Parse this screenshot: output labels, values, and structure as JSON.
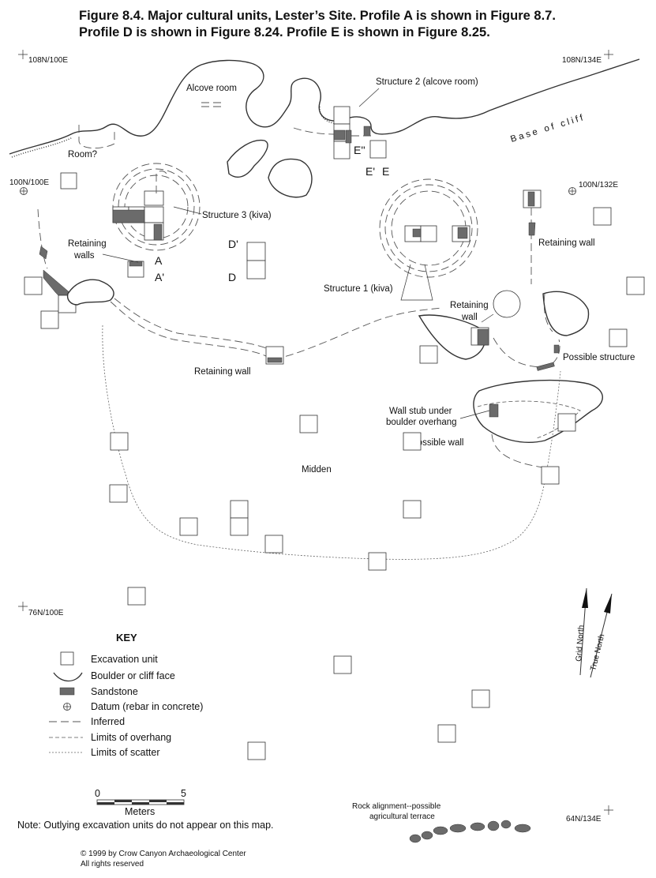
{
  "title": {
    "line1": "Figure 8.4.  Major cultural units, Lester’s Site.  Profile A is shown in Figure 8.7.",
    "line2": "Profile D is shown in Figure 8.24.  Profile E is shown in Figure 8.25."
  },
  "grid_points": {
    "nw": "108N/100E",
    "ne": "108N/134E",
    "w_datum": "100N/100E",
    "e_datum": "100N/132E",
    "sw": "76N/100E",
    "se": "64N/134E"
  },
  "labels": {
    "alcove_room": "Alcove room",
    "structure2": "Structure 2 (alcove room)",
    "base_of_cliff": "Base of cliff",
    "room": "Room?",
    "structure3": "Structure 3 (kiva)",
    "structure1": "Structure 1 (kiva)",
    "retaining_walls_1": "Retaining",
    "retaining_walls_2": "walls",
    "retaining_wall_e": "Retaining wall",
    "retaining_wall_s": "Retaining wall",
    "retaining_wall_mid_1": "Retaining",
    "retaining_wall_mid_2": "wall",
    "possible_structure": "Possible structure",
    "wall_stub_1": "Wall stub under",
    "wall_stub_2": "boulder overhang",
    "possible_wall": "Possible wall",
    "midden": "Midden",
    "rock_alignment_1": "Rock alignment--possible",
    "rock_alignment_2": "agricultural terrace"
  },
  "profiles": {
    "a": "A",
    "a_prime": "A'",
    "d": "D",
    "d_prime": "D'",
    "e": "E",
    "e_prime": "E'",
    "e_dprime": "E''"
  },
  "key": {
    "heading": "KEY",
    "items": [
      {
        "symbol": "excavation-unit",
        "label": "Excavation unit"
      },
      {
        "symbol": "boulder",
        "label": "Boulder or cliff face"
      },
      {
        "symbol": "sandstone",
        "label": "Sandstone"
      },
      {
        "symbol": "datum",
        "label": "Datum (rebar in concrete)"
      },
      {
        "symbol": "inferred",
        "label": "Inferred"
      },
      {
        "symbol": "overhang",
        "label": "Limits of overhang"
      },
      {
        "symbol": "scatter",
        "label": "Limits of scatter"
      }
    ]
  },
  "scale": {
    "min": "0",
    "max": "5",
    "unit": "Meters"
  },
  "note": "Note: Outlying excavation units do not appear on this map.",
  "north": {
    "grid": "Grid North",
    "true": "True North"
  },
  "copyright": {
    "line1": "© 1999 by Crow Canyon Archaeological Center",
    "line2": "All rights reserved"
  },
  "colors": {
    "sandstone": "#6b6b6b",
    "outline": "#333333",
    "background": "#ffffff"
  }
}
